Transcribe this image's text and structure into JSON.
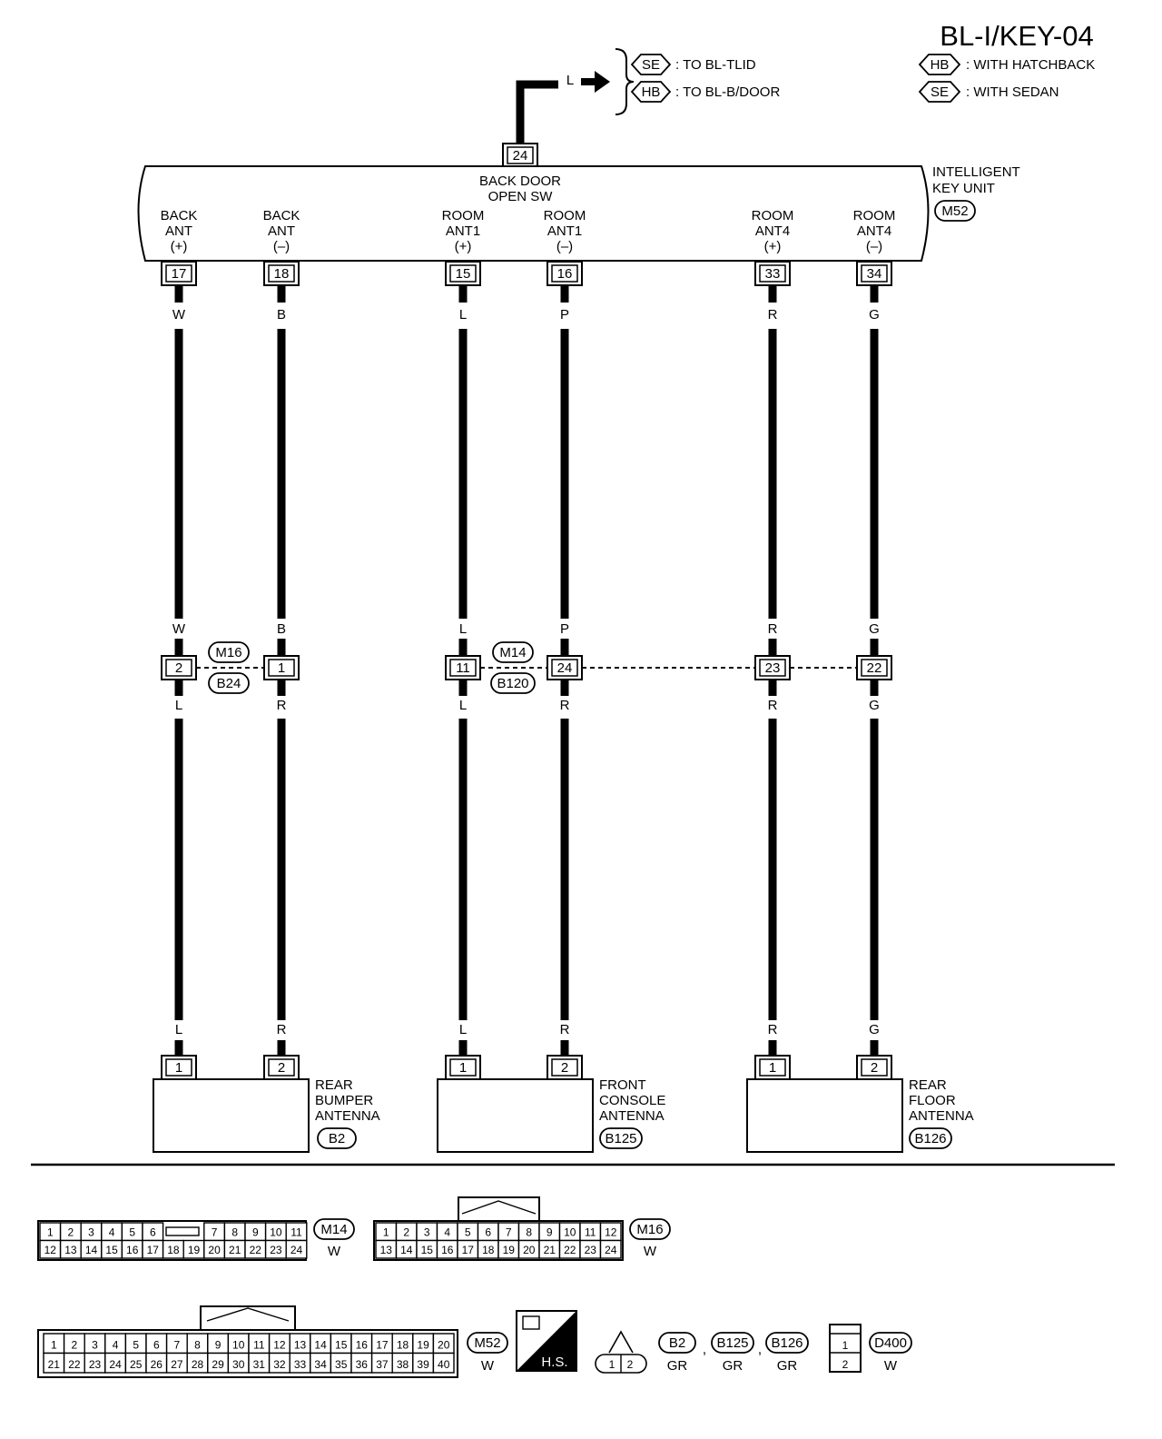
{
  "page_id": "BL-I/KEY-04",
  "legend": [
    {
      "code": "HB",
      "text": ": WITH HATCHBACK"
    },
    {
      "code": "SE",
      "text": ": WITH SEDAN"
    }
  ],
  "top_wire": {
    "color": "L",
    "destinations": [
      {
        "code": "SE",
        "text": ": TO BL-TLID"
      },
      {
        "code": "HB",
        "text": ": TO BL-B/DOOR"
      }
    ]
  },
  "unit": {
    "name_lines": [
      "INTELLIGENT",
      "KEY UNIT"
    ],
    "connector": "M52",
    "back_door_lines": [
      "BACK DOOR",
      "OPEN SW"
    ],
    "back_door_terminal": "24"
  },
  "circuits": [
    {
      "label_lines": [
        "BACK",
        "ANT",
        "(+)"
      ],
      "terminal": "17",
      "wire_top": "W",
      "wire_mid": "W",
      "joint_terminal": "2",
      "wire_low": "L",
      "wire_bottom": "L",
      "device_terminal": "1"
    },
    {
      "label_lines": [
        "BACK",
        "ANT",
        "(–)"
      ],
      "terminal": "18",
      "wire_top": "B",
      "wire_mid": "B",
      "joint_terminal": "1",
      "wire_low": "R",
      "wire_bottom": "R",
      "device_terminal": "2"
    },
    {
      "label_lines": [
        "ROOM",
        "ANT1",
        "(+)"
      ],
      "terminal": "15",
      "wire_top": "L",
      "wire_mid": "L",
      "joint_terminal": "11",
      "wire_low": "L",
      "wire_bottom": "L",
      "device_terminal": "1"
    },
    {
      "label_lines": [
        "ROOM",
        "ANT1",
        "(–)"
      ],
      "terminal": "16",
      "wire_top": "P",
      "wire_mid": "P",
      "joint_terminal": "24",
      "wire_low": "R",
      "wire_bottom": "R",
      "device_terminal": "2"
    },
    {
      "label_lines": [
        "ROOM",
        "ANT4",
        "(+)"
      ],
      "terminal": "33",
      "wire_top": "R",
      "wire_mid": "R",
      "joint_terminal": "23",
      "wire_low": "R",
      "wire_bottom": "R",
      "device_terminal": "1"
    },
    {
      "label_lines": [
        "ROOM",
        "ANT4",
        "(–)"
      ],
      "terminal": "34",
      "wire_top": "G",
      "wire_mid": "G",
      "joint_terminal": "22",
      "wire_low": "G",
      "wire_bottom": "G",
      "device_terminal": "2"
    }
  ],
  "joint_connectors": [
    {
      "top": "M16",
      "bottom": "B24"
    },
    {
      "top": "M14",
      "bottom": "B120"
    }
  ],
  "devices": [
    {
      "name_lines": [
        "REAR",
        "BUMPER",
        "ANTENNA"
      ],
      "connector": "B2"
    },
    {
      "name_lines": [
        "FRONT",
        "CONSOLE",
        "ANTENNA"
      ],
      "connector": "B125"
    },
    {
      "name_lines": [
        "REAR",
        "FLOOR",
        "ANTENNA"
      ],
      "connector": "B126"
    }
  ],
  "connector_views": {
    "m14": {
      "code": "M14",
      "color": "W",
      "row1": [
        "1",
        "2",
        "3",
        "4",
        "5",
        "6",
        "",
        "",
        "7",
        "8",
        "9",
        "10",
        "11"
      ],
      "row2": [
        "12",
        "13",
        "14",
        "15",
        "16",
        "17",
        "18",
        "19",
        "20",
        "21",
        "22",
        "23",
        "24"
      ]
    },
    "m16": {
      "code": "M16",
      "color": "W",
      "row1": [
        "1",
        "2",
        "3",
        "4",
        "5",
        "6",
        "7",
        "8",
        "9",
        "10",
        "11",
        "12"
      ],
      "row2": [
        "13",
        "14",
        "15",
        "16",
        "17",
        "18",
        "19",
        "20",
        "21",
        "22",
        "23",
        "24"
      ]
    },
    "m52": {
      "code": "M52",
      "color": "W",
      "row1": [
        "1",
        "2",
        "3",
        "4",
        "5",
        "6",
        "7",
        "8",
        "9",
        "10",
        "11",
        "12",
        "13",
        "14",
        "15",
        "16",
        "17",
        "18",
        "19",
        "20"
      ],
      "row2": [
        "21",
        "22",
        "23",
        "24",
        "25",
        "26",
        "27",
        "28",
        "29",
        "30",
        "31",
        "32",
        "33",
        "34",
        "35",
        "36",
        "37",
        "38",
        "39",
        "40"
      ]
    },
    "hs_label": "H.S.",
    "antenna": {
      "pins": [
        "1",
        "2"
      ],
      "codes": [
        "B2",
        "B125",
        "B126"
      ],
      "colors": [
        "GR",
        "GR",
        "GR"
      ],
      "separator": ","
    },
    "d400": {
      "code": "D400",
      "color": "W",
      "pins": [
        "1",
        "2"
      ]
    }
  }
}
